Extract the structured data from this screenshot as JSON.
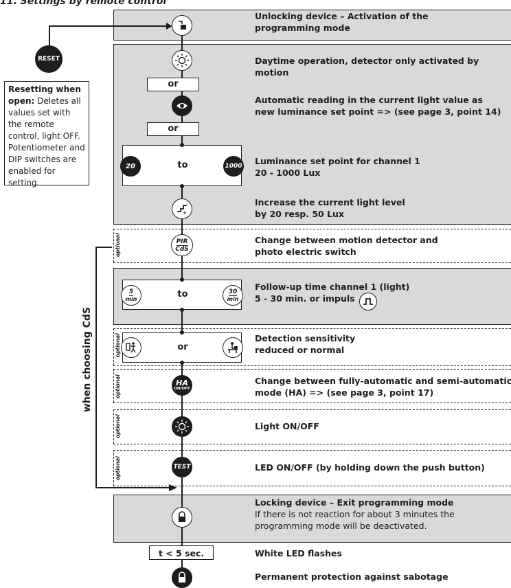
{
  "header": {
    "title": "11. Settings by remote control"
  },
  "reset": {
    "badge": "RESET"
  },
  "reset_info": {
    "bold": "Resetting when open:",
    "text": "Deletes all values set with the remote control, light OFF. Potentiometer and DIP switches are enabled for setting."
  },
  "side_label": "when choosing CdS",
  "optional_label": "optional",
  "connectors": {
    "or": "or",
    "to": "to"
  },
  "icons": {
    "lux_min": "20",
    "lux_max": "1000",
    "pir": "PIR",
    "cds": "CdS",
    "time_min": "5",
    "time_max": "30",
    "time_unit": "min",
    "ha": "HA",
    "ha_sub": "ON/OFF",
    "test": "TEST",
    "duration": "t < 5 sec."
  },
  "steps": {
    "unlock": {
      "title": "Unlocking device – Activation of the programming mode"
    },
    "daytime": {
      "title": "Daytime operation, detector only activated by motion"
    },
    "auto_read": {
      "title": "Automatic reading in the current light value as new luminance set point => (see page 3, point 14)"
    },
    "lux": {
      "title": "Luminance set point for channel 1",
      "sub": "20 - 1000 Lux"
    },
    "increase": {
      "title": "Increase the current light level",
      "sub": "by 20 resp. 50 Lux"
    },
    "pir_cds": {
      "title": "Change between motion detector and photo electric switch"
    },
    "follow": {
      "title": "Follow-up time channel 1 (light)",
      "sub": "5 - 30 min. or impuls"
    },
    "sens": {
      "title": "Detection sensitivity",
      "sub": "reduced or normal"
    },
    "ha": {
      "title": "Change between fully-automatic and semi-automatic mode (HA) => (see page 3, point 17)"
    },
    "light": {
      "title": "Light ON/OFF"
    },
    "led": {
      "title": "LED ON/OFF (by holding down the push button)"
    },
    "lock": {
      "title": "Locking device – Exit programming mode",
      "text": "If there is not reaction for about 3 minutes the programming mode will be deactivated."
    },
    "white": {
      "title": "White LED flashes"
    },
    "perm": {
      "title": "Permanent protection against sabotage"
    }
  }
}
